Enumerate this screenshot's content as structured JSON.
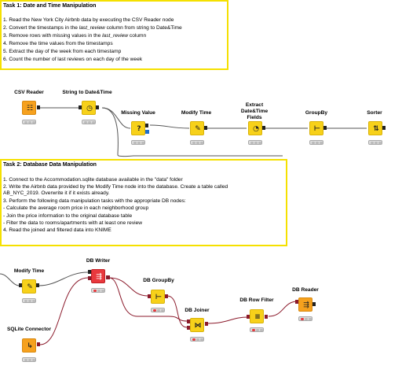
{
  "task1": {
    "title": "Task 1: Date and Time Manipulation",
    "lines": [
      {
        "text": "1. Read the New York City Airbnb data by executing the CSV Reader node"
      },
      {
        "pre": "2. Convert the timestamps in the ",
        "em": "last_review",
        "post": " column from string to Date&Time"
      },
      {
        "pre": "3. Remove rows with missing values in the ",
        "em": "last_review",
        "post": " column"
      },
      {
        "text": "4. Remove the time values from the timestamps"
      },
      {
        "text": "5. Extract the day of the week from each timestamp"
      },
      {
        "text": "6. Count the number of last reviews on each day of the week"
      }
    ]
  },
  "task2": {
    "title": "Task 2: Database Data Manipulation",
    "lines": [
      "1. Connect to the Accommodation.sqlite database available in the \"data\" folder",
      "2. Write the Airbnb data provided by the Modify Time node into the database. Create a table called",
      "AB_NYC_2019. Overwrite it if it exists already.",
      "3. Perform the following data manipulation tasks with the appropriate DB nodes:",
      "- Calculate the average room price in each neighborhood group",
      "- Join the price information to the original database table",
      "- Filter the data to rooms/apartments with at least one review",
      "4. Read the joined and filtered data into KNIME"
    ]
  },
  "nodes": {
    "csv_reader": {
      "label": "CSV Reader",
      "icon": "table-icon",
      "color": "#f6a11e"
    },
    "string_to_datetime": {
      "label": "String to Date&Time",
      "icon": "clock-icon",
      "color": "#f7d11a"
    },
    "missing_value": {
      "label": "Missing Value",
      "icon": "question-icon",
      "color": "#f7d11a"
    },
    "modify_time_1": {
      "label": "Modify Time",
      "icon": "clock-edit-icon",
      "color": "#f7d11a"
    },
    "extract_date_time": {
      "label": "Extract Date&Time\nFields",
      "icon": "calendar-icon",
      "color": "#f7d11a"
    },
    "groupby": {
      "label": "GroupBy",
      "icon": "groupby-icon",
      "color": "#f7d11a"
    },
    "sorter": {
      "label": "Sorter",
      "icon": "sort-icon",
      "color": "#f7d11a"
    },
    "modify_time_2": {
      "label": "Modify Time",
      "icon": "clock-edit-icon",
      "color": "#f7d11a"
    },
    "db_writer": {
      "label": "DB Writer",
      "icon": "db-write-icon",
      "color": "#e8383d"
    },
    "db_groupby": {
      "label": "DB GroupBy",
      "icon": "db-groupby-icon",
      "color": "#f7d11a"
    },
    "db_joiner": {
      "label": "DB Joiner",
      "icon": "db-join-icon",
      "color": "#f7d11a"
    },
    "db_row_filter": {
      "label": "DB Row Filter",
      "icon": "db-filter-icon",
      "color": "#f7d11a"
    },
    "db_reader": {
      "label": "DB Reader",
      "icon": "db-read-icon",
      "color": "#f6a11e"
    },
    "sqlite_connector": {
      "label": "SQLite Connector",
      "icon": "sqlite-icon",
      "color": "#f6a11e"
    }
  }
}
